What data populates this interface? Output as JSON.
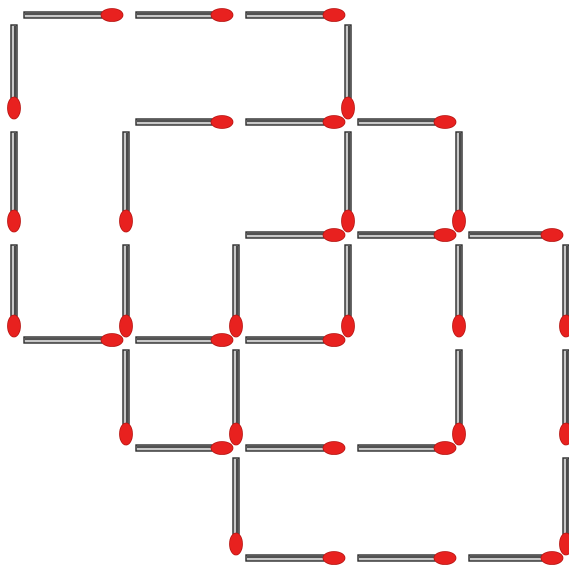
{
  "colors": {
    "match_head": "#e8211f",
    "match_head_dark": "#b81512",
    "match_stick_light": "#c8c8c8",
    "match_stick_dark": "#2b2b2b",
    "background": "#ffffff"
  },
  "matchstick_puzzle": {
    "squares_outlined": 3,
    "horizontal_matches": [
      {
        "row": 0,
        "col": 0
      },
      {
        "row": 0,
        "col": 1
      },
      {
        "row": 0,
        "col": 2
      },
      {
        "row": 1,
        "col": 1
      },
      {
        "row": 1,
        "col": 2
      },
      {
        "row": 1,
        "col": 3
      },
      {
        "row": 2,
        "col": 2
      },
      {
        "row": 2,
        "col": 3
      },
      {
        "row": 2,
        "col": 4
      },
      {
        "row": 3,
        "col": 0
      },
      {
        "row": 3,
        "col": 1
      },
      {
        "row": 3,
        "col": 2
      },
      {
        "row": 4,
        "col": 1
      },
      {
        "row": 4,
        "col": 2
      },
      {
        "row": 4,
        "col": 3
      },
      {
        "row": 5,
        "col": 2
      },
      {
        "row": 5,
        "col": 3
      },
      {
        "row": 5,
        "col": 4
      }
    ],
    "vertical_matches": [
      {
        "col": 0,
        "row": 0
      },
      {
        "col": 0,
        "row": 1
      },
      {
        "col": 0,
        "row": 2
      },
      {
        "col": 3,
        "row": 0
      },
      {
        "col": 3,
        "row": 1
      },
      {
        "col": 3,
        "row": 2
      },
      {
        "col": 1,
        "row": 1
      },
      {
        "col": 1,
        "row": 2
      },
      {
        "col": 1,
        "row": 3
      },
      {
        "col": 4,
        "row": 1
      },
      {
        "col": 4,
        "row": 2
      },
      {
        "col": 4,
        "row": 3
      },
      {
        "col": 2,
        "row": 2
      },
      {
        "col": 2,
        "row": 3
      },
      {
        "col": 2,
        "row": 4
      },
      {
        "col": 5,
        "row": 2
      },
      {
        "col": 5,
        "row": 3
      },
      {
        "col": 5,
        "row": 4
      }
    ]
  }
}
